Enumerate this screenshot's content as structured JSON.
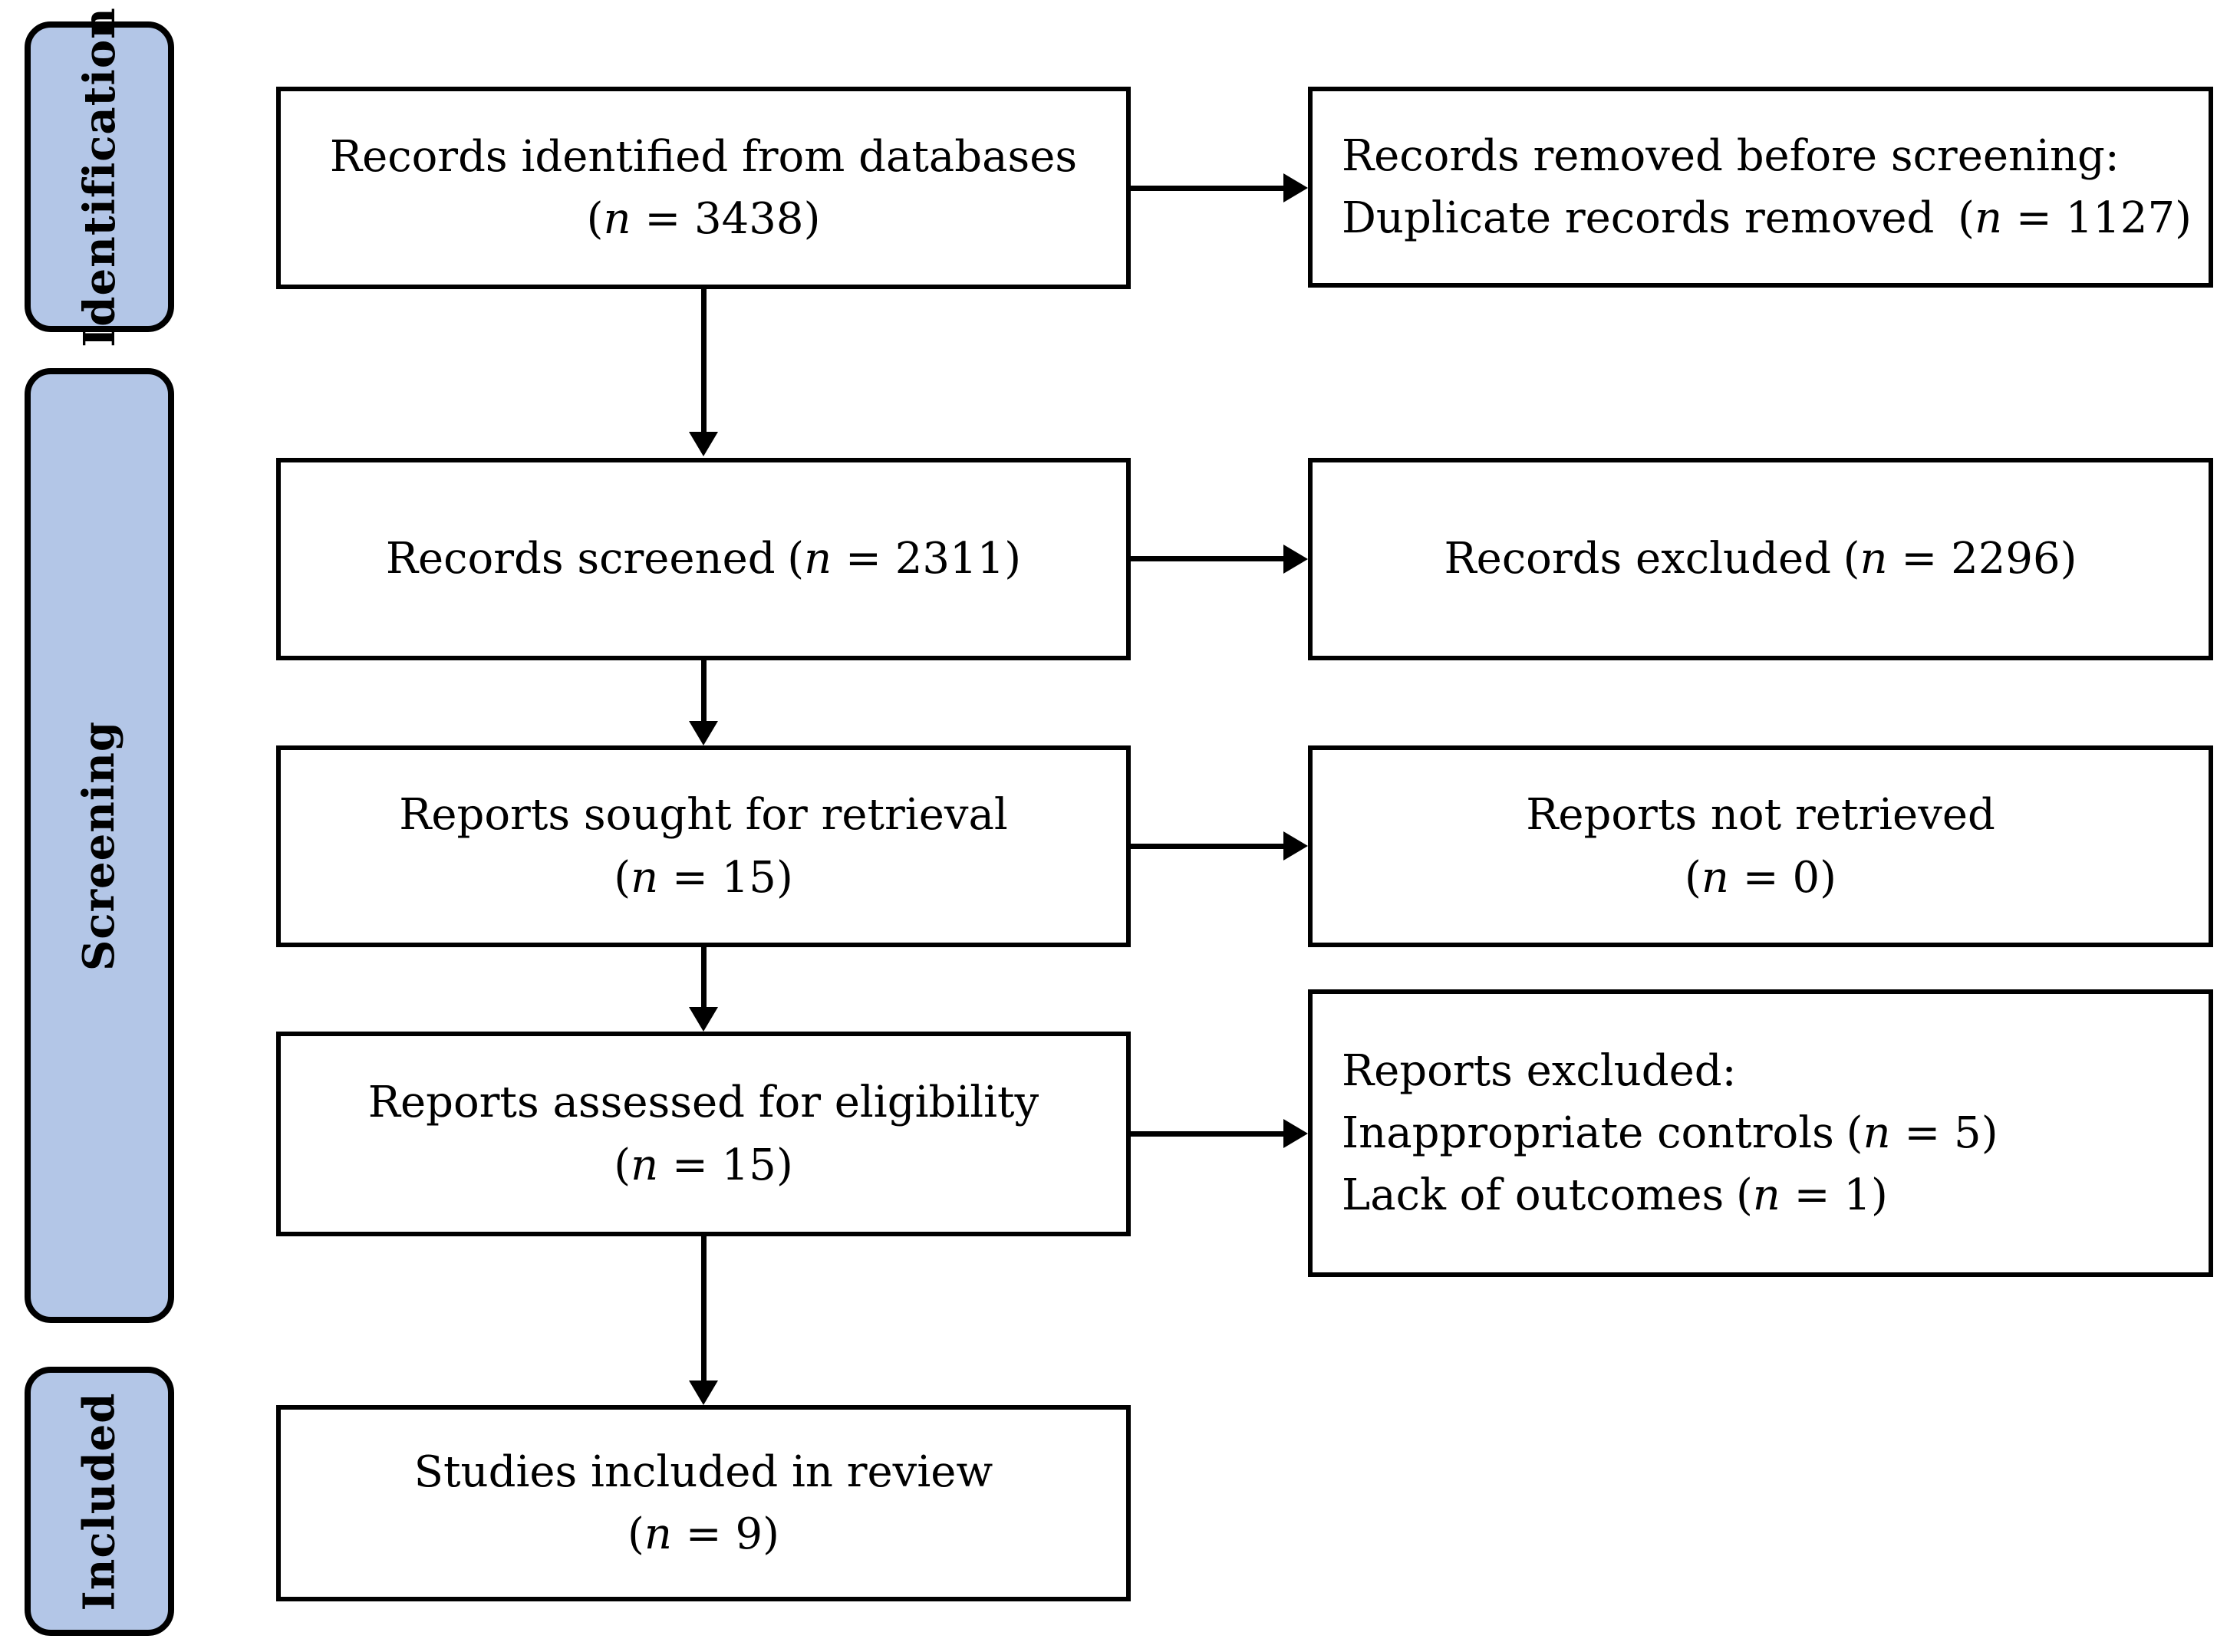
{
  "diagram_type": "PRISMA systematic review flow diagram",
  "colors": {
    "stage_fill": "#b3c6e7",
    "border": "#000000",
    "box_fill": "#ffffff",
    "text": "#000000"
  },
  "strings": {
    "open_paren": "(",
    "n_symbol": "n",
    "equals": " = ",
    "close_paren": ")"
  },
  "stages": [
    {
      "id": "identification",
      "label": "Identification"
    },
    {
      "id": "screening",
      "label": "Screening"
    },
    {
      "id": "included",
      "label": "Included"
    }
  ],
  "boxes": {
    "identified": {
      "label": "Records identified from databases",
      "n": "3438"
    },
    "removed": {
      "heading": "Records removed before screening:",
      "reason": "Duplicate records removed",
      "n": "1127"
    },
    "screened": {
      "label": "Records screened",
      "n": "2311"
    },
    "records_excluded": {
      "label": "Records excluded",
      "n": "2296"
    },
    "sought": {
      "label": "Reports sought for retrieval",
      "n": "15"
    },
    "not_retrieved": {
      "label": "Reports not retrieved",
      "n": "0"
    },
    "assessed": {
      "label": "Reports assessed for eligibility",
      "n": "15"
    },
    "reports_excluded": {
      "heading": "Reports excluded:",
      "reasons": [
        {
          "label": "Inappropriate controls",
          "n": "5"
        },
        {
          "label": "Lack of outcomes",
          "n": "1"
        }
      ]
    },
    "included_review": {
      "label": "Studies included in review",
      "n": "9"
    }
  }
}
